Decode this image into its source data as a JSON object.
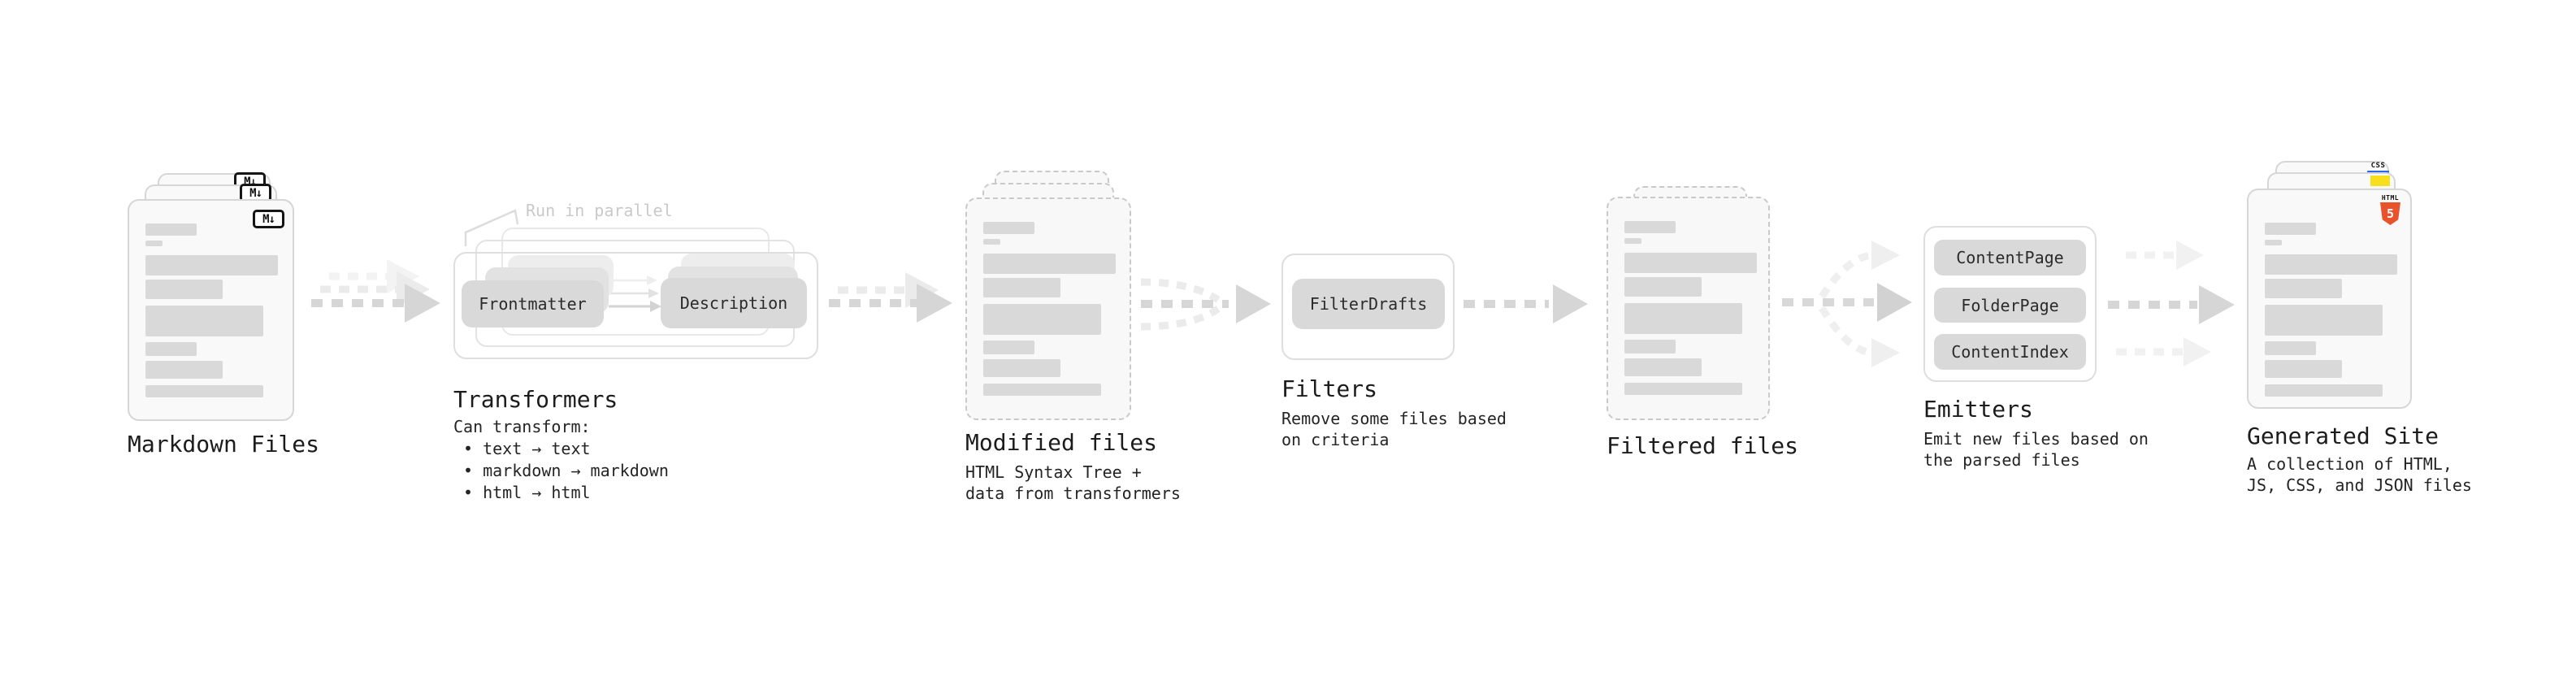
{
  "colors": {
    "background": "#ffffff",
    "skeleton_bar": "#d9d9d9",
    "pill_fill": "#d9d9d9",
    "arrow_main": "#d6d6d6",
    "arrow_ghost": "#ebebeb",
    "js_yellow": "#f7df1e",
    "css_blue": "#2666f0",
    "html_orange": "#e8532c"
  },
  "stages": {
    "markdown_files": {
      "caption": "Markdown Files",
      "badge_label": "M↓"
    },
    "transformers": {
      "caption": "Transformers",
      "parallel_label": "Run in parallel",
      "left_pill": "Frontmatter",
      "right_pill": "Description",
      "subtitle_intro": "Can transform:",
      "bullets": [
        "• text → text",
        "• markdown → markdown",
        "• html → html"
      ]
    },
    "modified_files": {
      "caption": "Modified files",
      "subtitle": "HTML Syntax Tree +\ndata from transformers"
    },
    "filters": {
      "caption": "Filters",
      "pill": "FilterDrafts",
      "subtitle": "Remove some files based\non criteria"
    },
    "filtered_files": {
      "caption": "Filtered files"
    },
    "emitters": {
      "caption": "Emitters",
      "pills": [
        "ContentPage",
        "FolderPage",
        "ContentIndex"
      ],
      "subtitle": "Emit new files based on\nthe parsed files"
    },
    "generated_site": {
      "caption": "Generated Site",
      "subtitle": "A collection of HTML,\nJS, CSS, and JSON files",
      "css_badge_label": "CSS",
      "html_badge_label": "HTML",
      "html_badge_number": "5"
    }
  }
}
